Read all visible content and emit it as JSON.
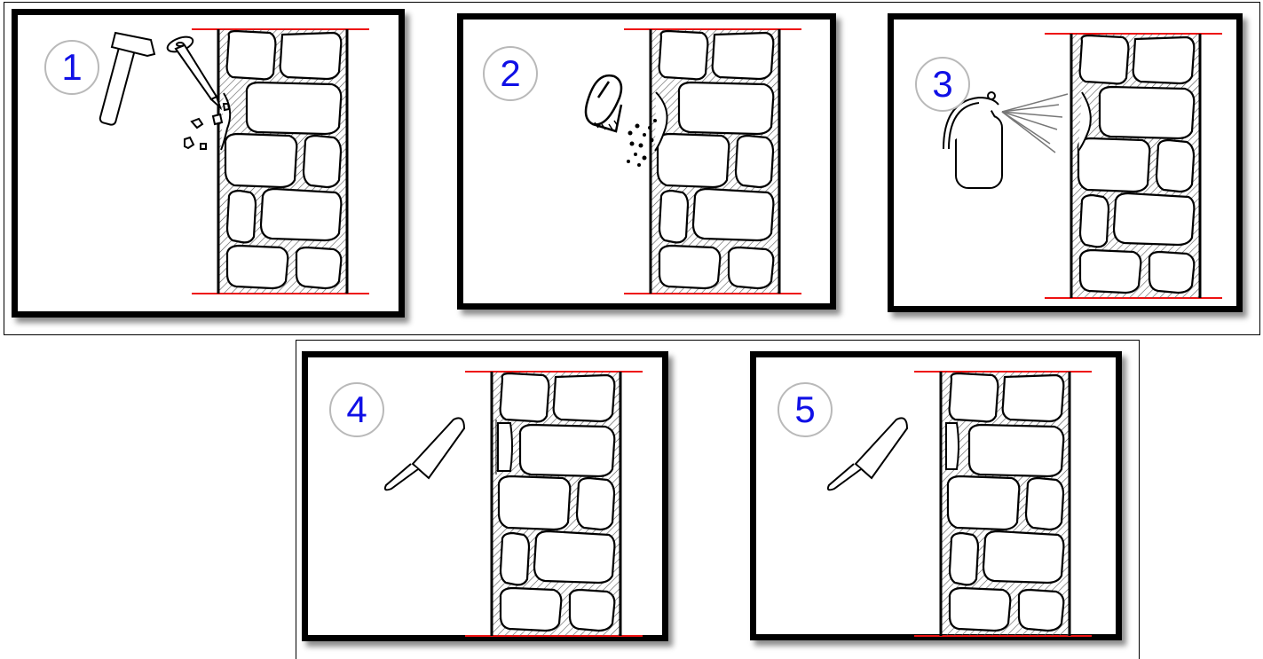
{
  "steps": [
    {
      "number": "1",
      "tool": "hammer-and-chisel",
      "wall_state": "chipped-joint"
    },
    {
      "number": "2",
      "tool": "brush",
      "wall_state": "cleaned-joint"
    },
    {
      "number": "3",
      "tool": "spray-bottle",
      "wall_state": "moistened-joint"
    },
    {
      "number": "4",
      "tool": "trowel",
      "wall_state": "filled-joint"
    },
    {
      "number": "5",
      "tool": "trowel",
      "wall_state": "finished-joint"
    }
  ],
  "colors": {
    "number": "#1010e6",
    "badge_border": "#b9b9b9",
    "boundary_line": "#ee1111",
    "ink": "#000000",
    "hatch": "#555555"
  }
}
